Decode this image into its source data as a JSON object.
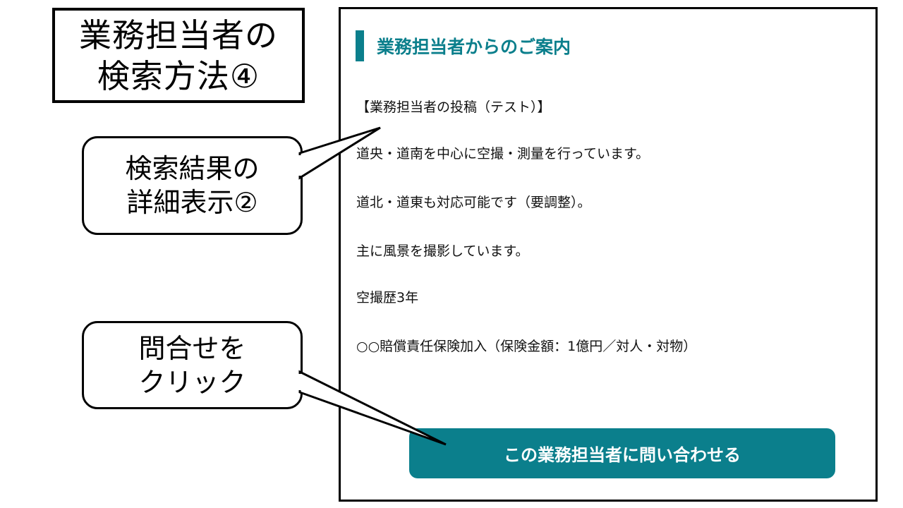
{
  "slide": {
    "title_lines": [
      "業務担当者の",
      "検索方法④"
    ]
  },
  "callouts": [
    {
      "lines": [
        "検索結果の",
        "詳細表示②"
      ]
    },
    {
      "lines": [
        "問合せを",
        "クリック"
      ]
    }
  ],
  "panel": {
    "heading": "業務担当者からのご案内",
    "body_lines": [
      "【業務担当者の投稿（テスト）】",
      "道央・道南を中心に空撮・測量を行っています。",
      "道北・道東も対応可能です（要調整）。",
      "主に風景を撮影しています。",
      "空撮歴3年",
      "○○賠償責任保険加入（保険金額：1億円／対人・対物）"
    ],
    "contact_button_label": "この業務担当者に問い合わせる"
  },
  "colors": {
    "accent": "#0b7f8c",
    "border": "#000000",
    "background": "#ffffff"
  }
}
